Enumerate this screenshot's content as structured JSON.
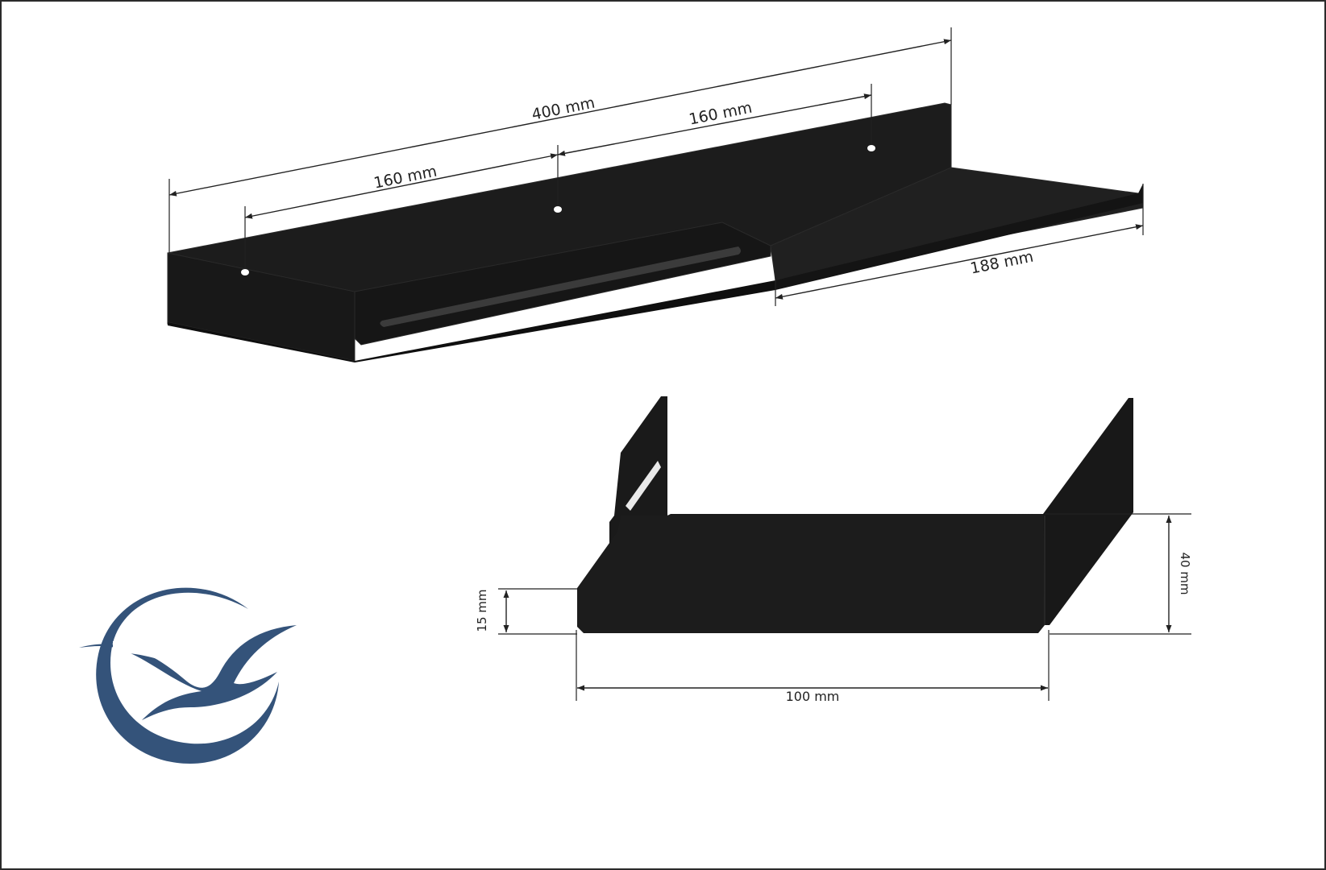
{
  "colors": {
    "metal": "#1e1e1e",
    "metal_dark": "#111111",
    "metal_edge": "#3a3a3a",
    "logo": "#34537a",
    "line": "#222222",
    "frame": "#2b2b2b"
  },
  "top_view": {
    "dim_total_length": "400 mm",
    "dim_hole_spacing_left": "160 mm",
    "dim_hole_spacing_right": "160 mm",
    "dim_lower_shelf": "188 mm"
  },
  "side_view": {
    "dim_depth": "100 mm",
    "dim_front_lip": "15 mm",
    "dim_back_height": "40 mm"
  },
  "icons": {
    "logo": "bird-moon-logo"
  }
}
